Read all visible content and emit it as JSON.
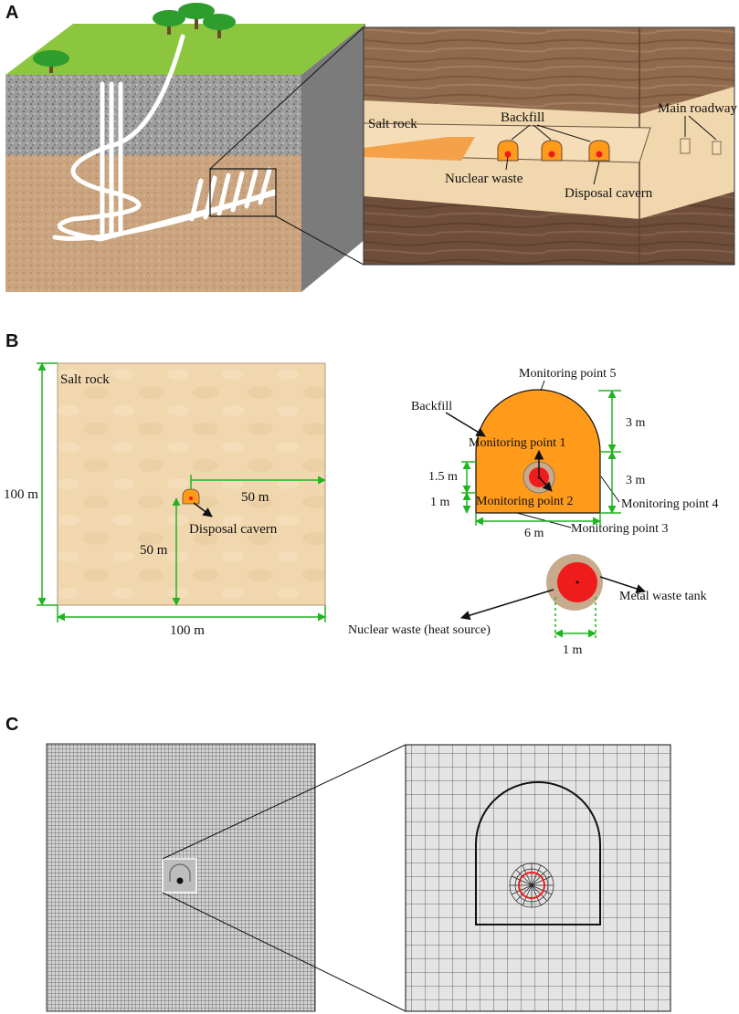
{
  "panel_a": {
    "letter": "A",
    "labels": {
      "salt_rock": "Salt rock",
      "backfill": "Backfill",
      "main_roadway": "Main roadway",
      "nuclear_waste": "Nuclear waste",
      "disposal_cavern": "Disposal cavern"
    }
  },
  "panel_b": {
    "letter": "B",
    "model": {
      "salt_rock": "Salt rock",
      "height": "100 m",
      "width": "100 m",
      "horiz_offset": "50 m",
      "vert_offset": "50 m",
      "cavern_label": "Disposal cavern"
    },
    "cavern": {
      "backfill": "Backfill",
      "mp1": "Monitoring point 1",
      "mp2": "Monitoring point 2",
      "mp3": "Monitoring point 3",
      "mp4": "Monitoring point 4",
      "mp5": "Monitoring point 5",
      "top_height": "3 m",
      "wall_height": "3 m",
      "width": "6 m",
      "tank_top": "1.5 m",
      "tank_bottom": "1 m"
    },
    "tank": {
      "heat_source": "Nuclear waste (heat source)",
      "metal_tank": "Metal waste tank",
      "diameter": "1 m"
    },
    "colors": {
      "backfill": "#ff9a1a",
      "waste": "#ee1c1c",
      "tank": "#c8aa8c",
      "salt": "#f0d7ae",
      "dimension": "#22b322"
    }
  },
  "panel_c": {
    "letter": "C"
  }
}
